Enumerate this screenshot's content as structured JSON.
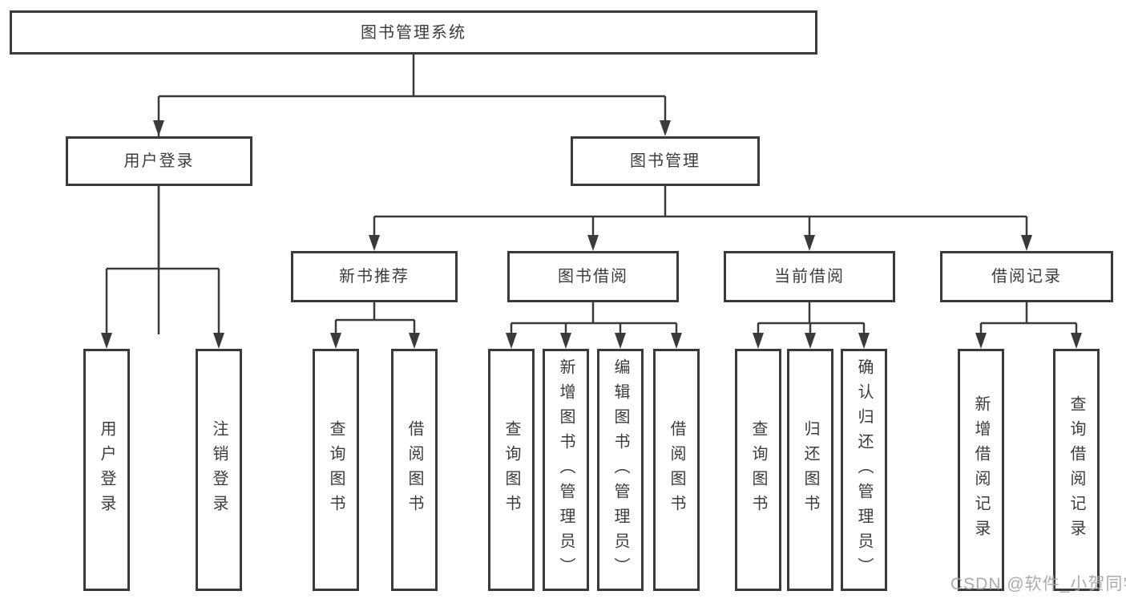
{
  "tree": {
    "root": {
      "label": "图书管理系统",
      "children": [
        {
          "label": "用户登录",
          "children": [
            {
              "label": "用户登录"
            },
            {
              "label": "注销登录"
            }
          ]
        },
        {
          "label": "图书管理",
          "children": [
            {
              "label": "新书推荐",
              "children": [
                {
                  "label": "查询图书"
                },
                {
                  "label": "借阅图书"
                }
              ]
            },
            {
              "label": "图书借阅",
              "children": [
                {
                  "label": "查询图书"
                },
                {
                  "label": "新增图书（管理员）"
                },
                {
                  "label": "编辑图书（管理员）"
                },
                {
                  "label": "借阅图书"
                }
              ]
            },
            {
              "label": "当前借阅",
              "children": [
                {
                  "label": "查询图书"
                },
                {
                  "label": "归还图书"
                },
                {
                  "label": "确认归还（管理员）"
                }
              ]
            },
            {
              "label": "借阅记录",
              "children": [
                {
                  "label": "新增借阅记录"
                },
                {
                  "label": "查询借阅记录"
                }
              ]
            }
          ]
        }
      ]
    }
  },
  "watermark": {
    "text": "CSDN @软件_小贺同学"
  },
  "colors": {
    "line": "#3a3a3a",
    "box_border": "#3a3a3a",
    "text": "#3c3c3c",
    "watermark": "#a4a4a4",
    "background": "#ffffff"
  }
}
